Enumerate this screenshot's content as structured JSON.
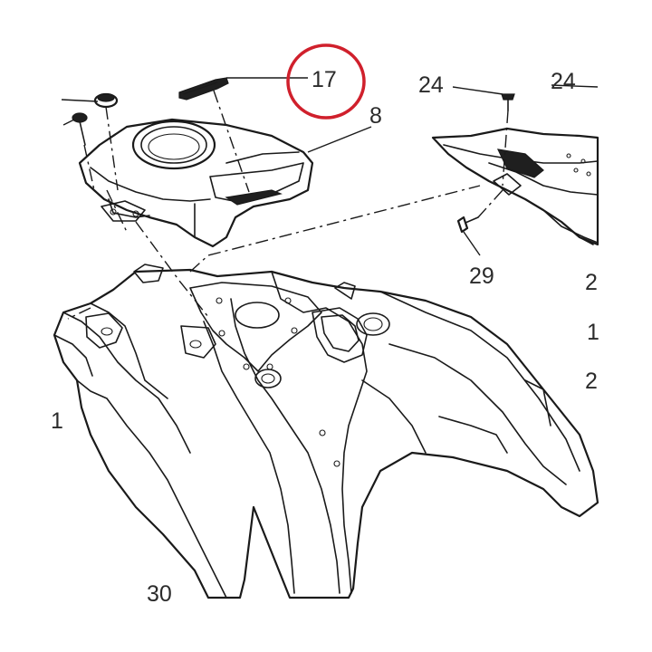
{
  "callouts": {
    "c17": "17",
    "c8": "8",
    "c24a": "24",
    "c24b": "24",
    "c29": "29",
    "c2a": "2",
    "c1a": "1",
    "c2b": "2",
    "c1b": "1",
    "c30": "30"
  },
  "colors": {
    "highlight": "#d0202c",
    "line": "#1a1a1a",
    "label": "#2b2b2b"
  }
}
